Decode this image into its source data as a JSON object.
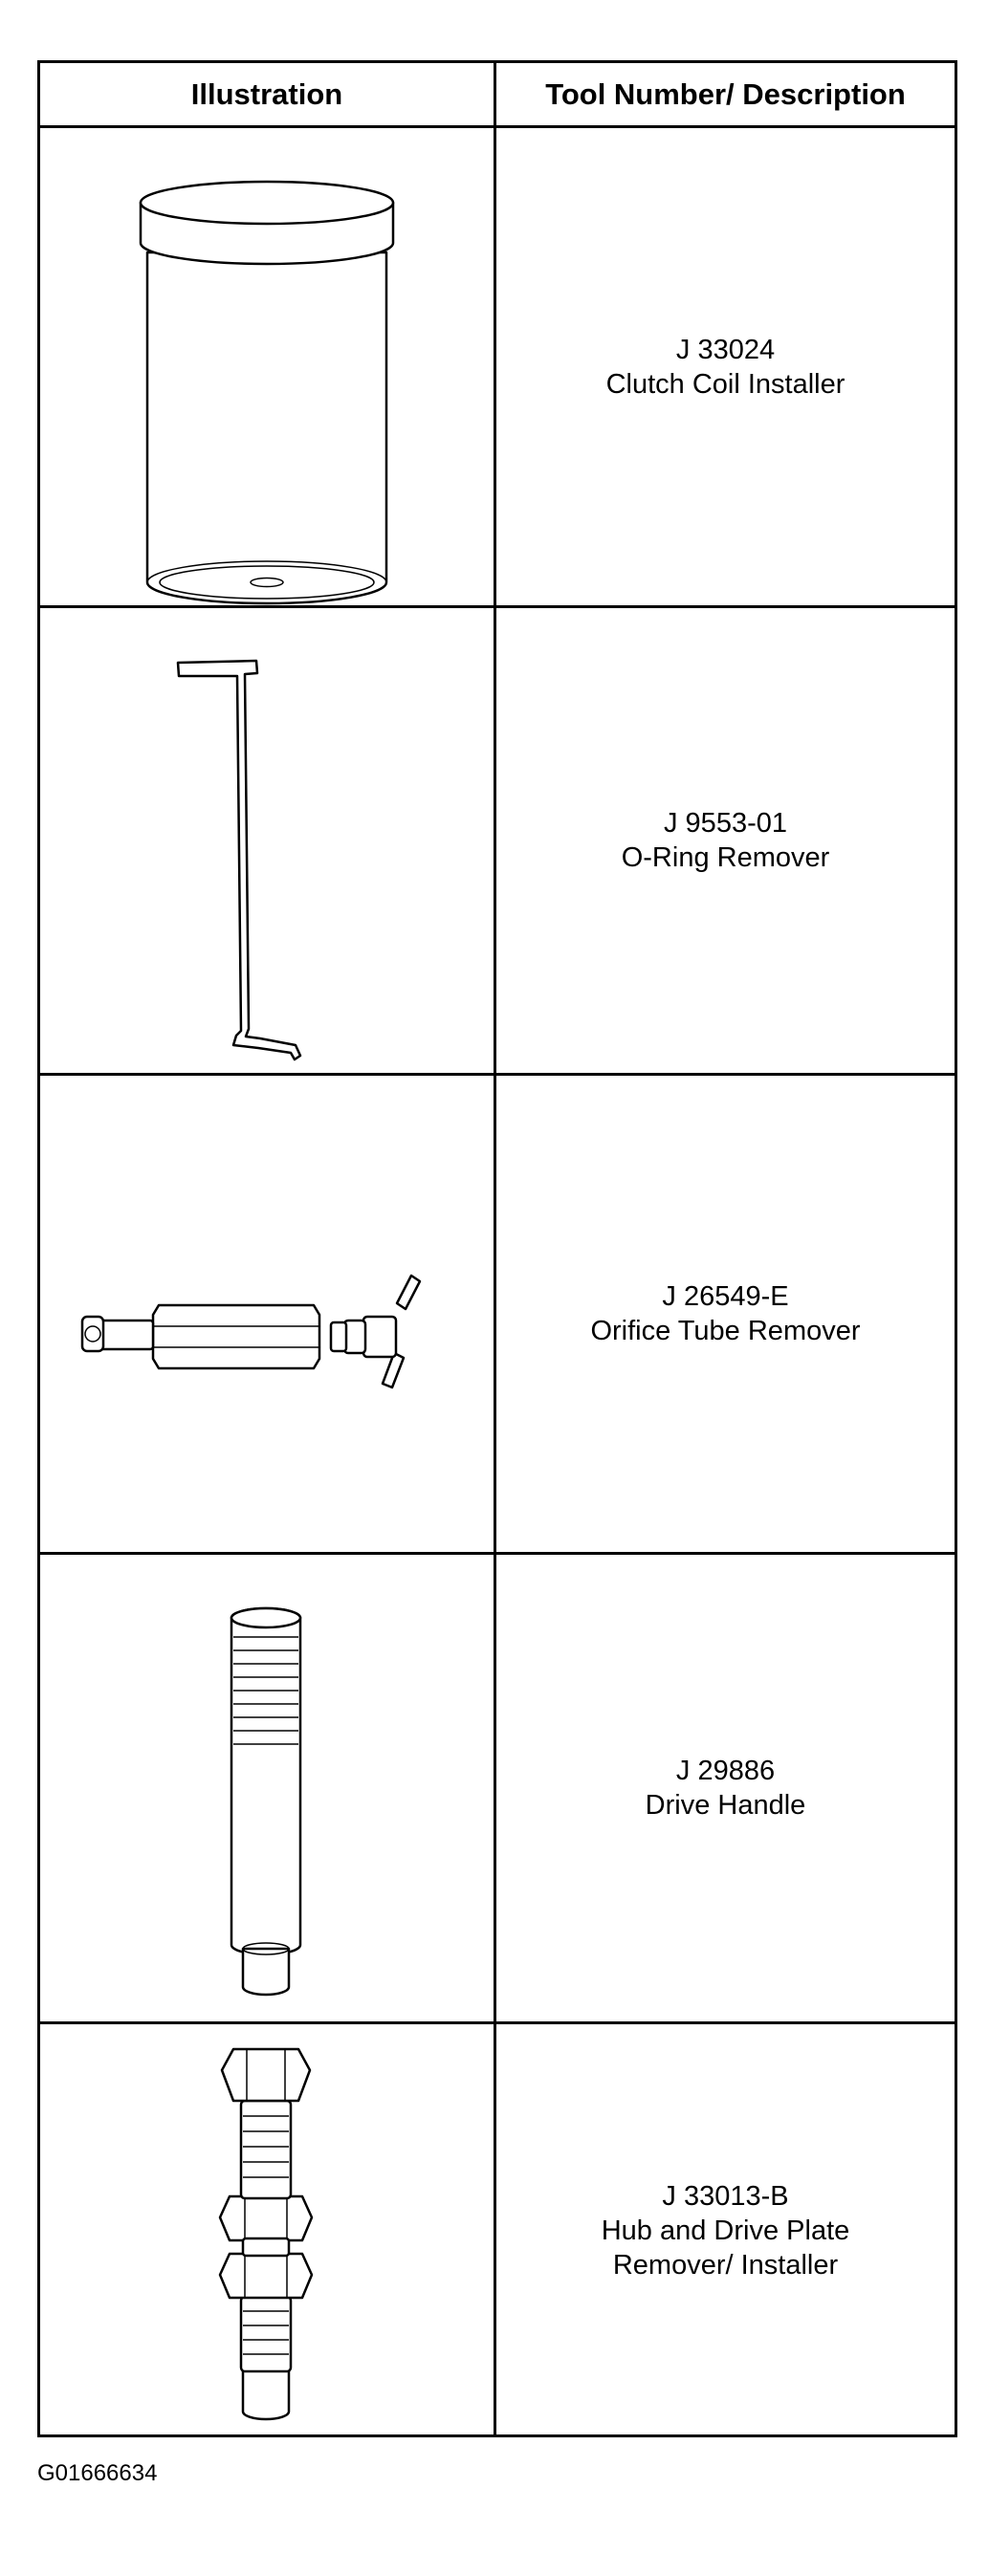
{
  "table": {
    "headers": {
      "illustration": "Illustration",
      "tool": "Tool Number/ Description"
    },
    "rows": [
      {
        "number": "J 33024",
        "description": [
          "Clutch Coil Installer"
        ],
        "icon": "clutch-coil-installer-icon"
      },
      {
        "number": "J 9553-01",
        "description": [
          "O-Ring Remover"
        ],
        "icon": "o-ring-remover-icon"
      },
      {
        "number": "J 26549-E",
        "description": [
          "Orifice Tube Remover"
        ],
        "icon": "orifice-tube-remover-icon"
      },
      {
        "number": "J 29886",
        "description": [
          "Drive Handle"
        ],
        "icon": "drive-handle-icon"
      },
      {
        "number": "J 33013-B",
        "description": [
          "Hub and Drive Plate",
          "Remover/ Installer"
        ],
        "icon": "hub-drive-plate-tool-icon"
      }
    ]
  },
  "footer": {
    "figure_id": "G01666634"
  }
}
